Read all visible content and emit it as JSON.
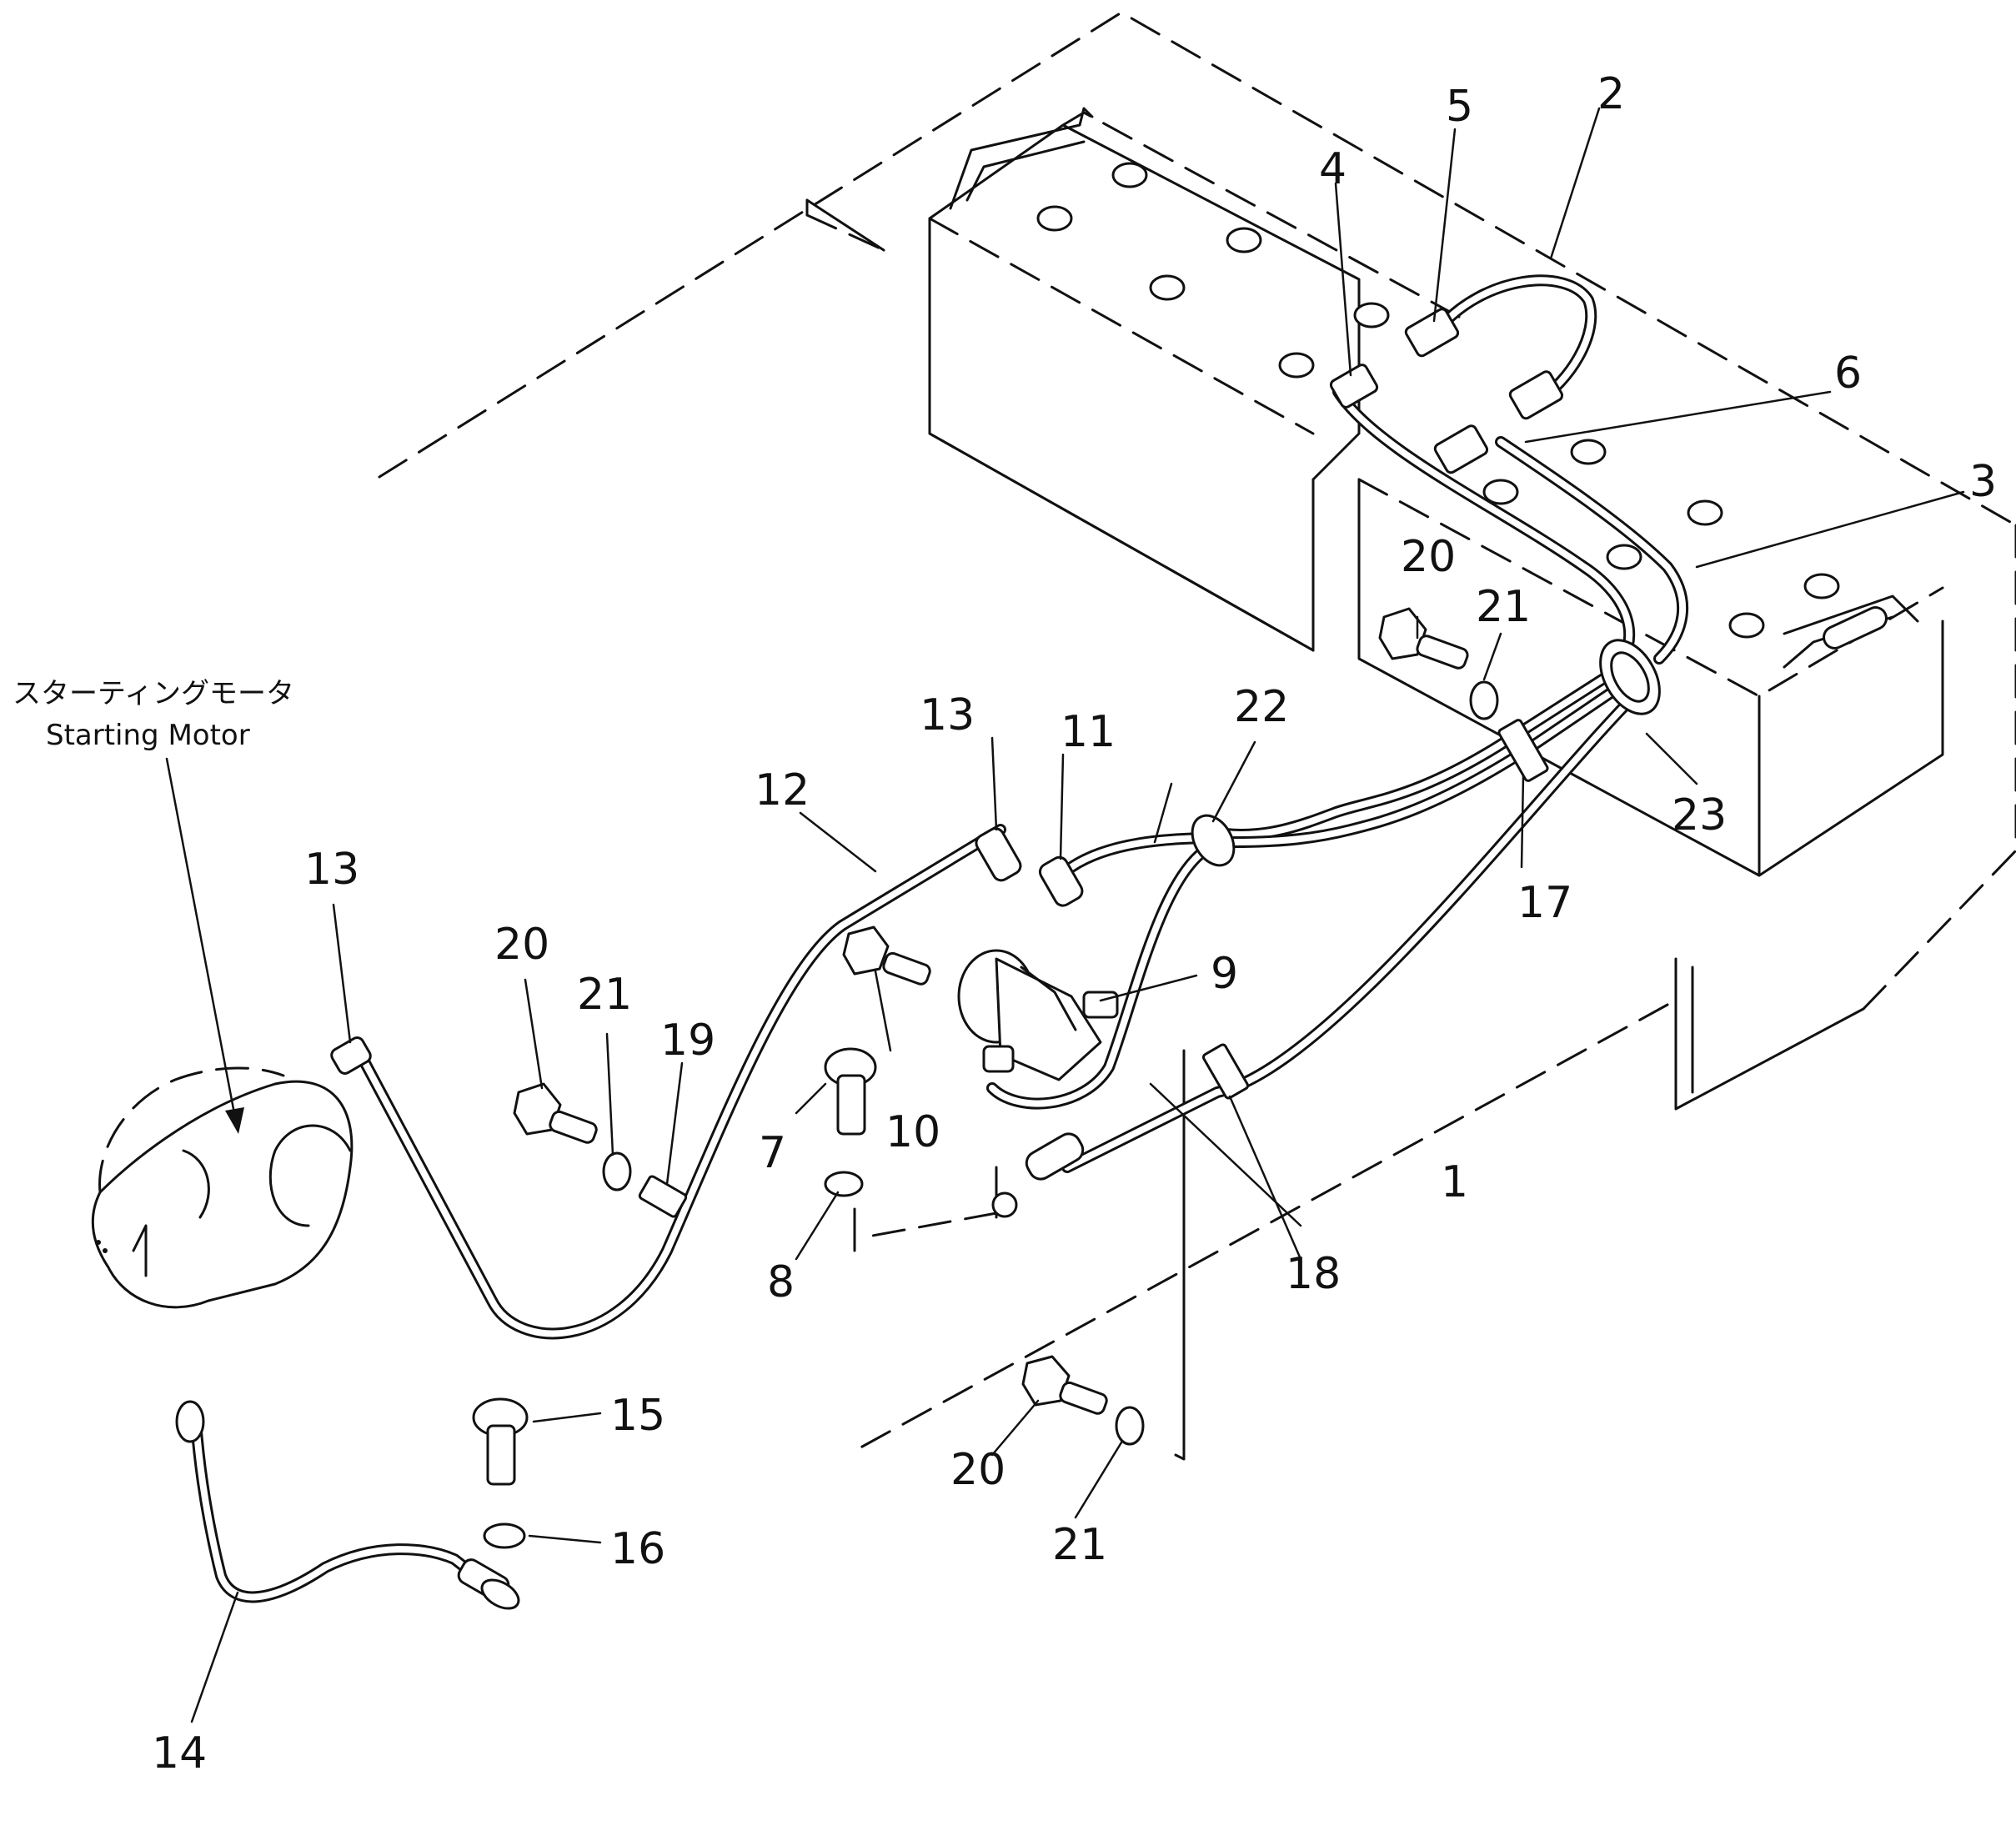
{
  "motor_label": {
    "japanese": "スターティングモータ",
    "english": "Starting Motor"
  },
  "callouts": {
    "c1": "1",
    "c2": "2",
    "c3": "3",
    "c4": "4",
    "c5": "5",
    "c6": "6",
    "c7": "7",
    "c8": "8",
    "c9": "9",
    "c10": "10",
    "c11": "11",
    "c12": "12",
    "c13a": "13",
    "c13b": "13",
    "c14": "14",
    "c15": "15",
    "c16": "16",
    "c17": "17",
    "c18": "18",
    "c19": "19",
    "c20a": "20",
    "c20b": "20",
    "c20c": "20",
    "c21a": "21",
    "c21b": "21",
    "c21c": "21",
    "c22": "22",
    "c23": "23"
  }
}
